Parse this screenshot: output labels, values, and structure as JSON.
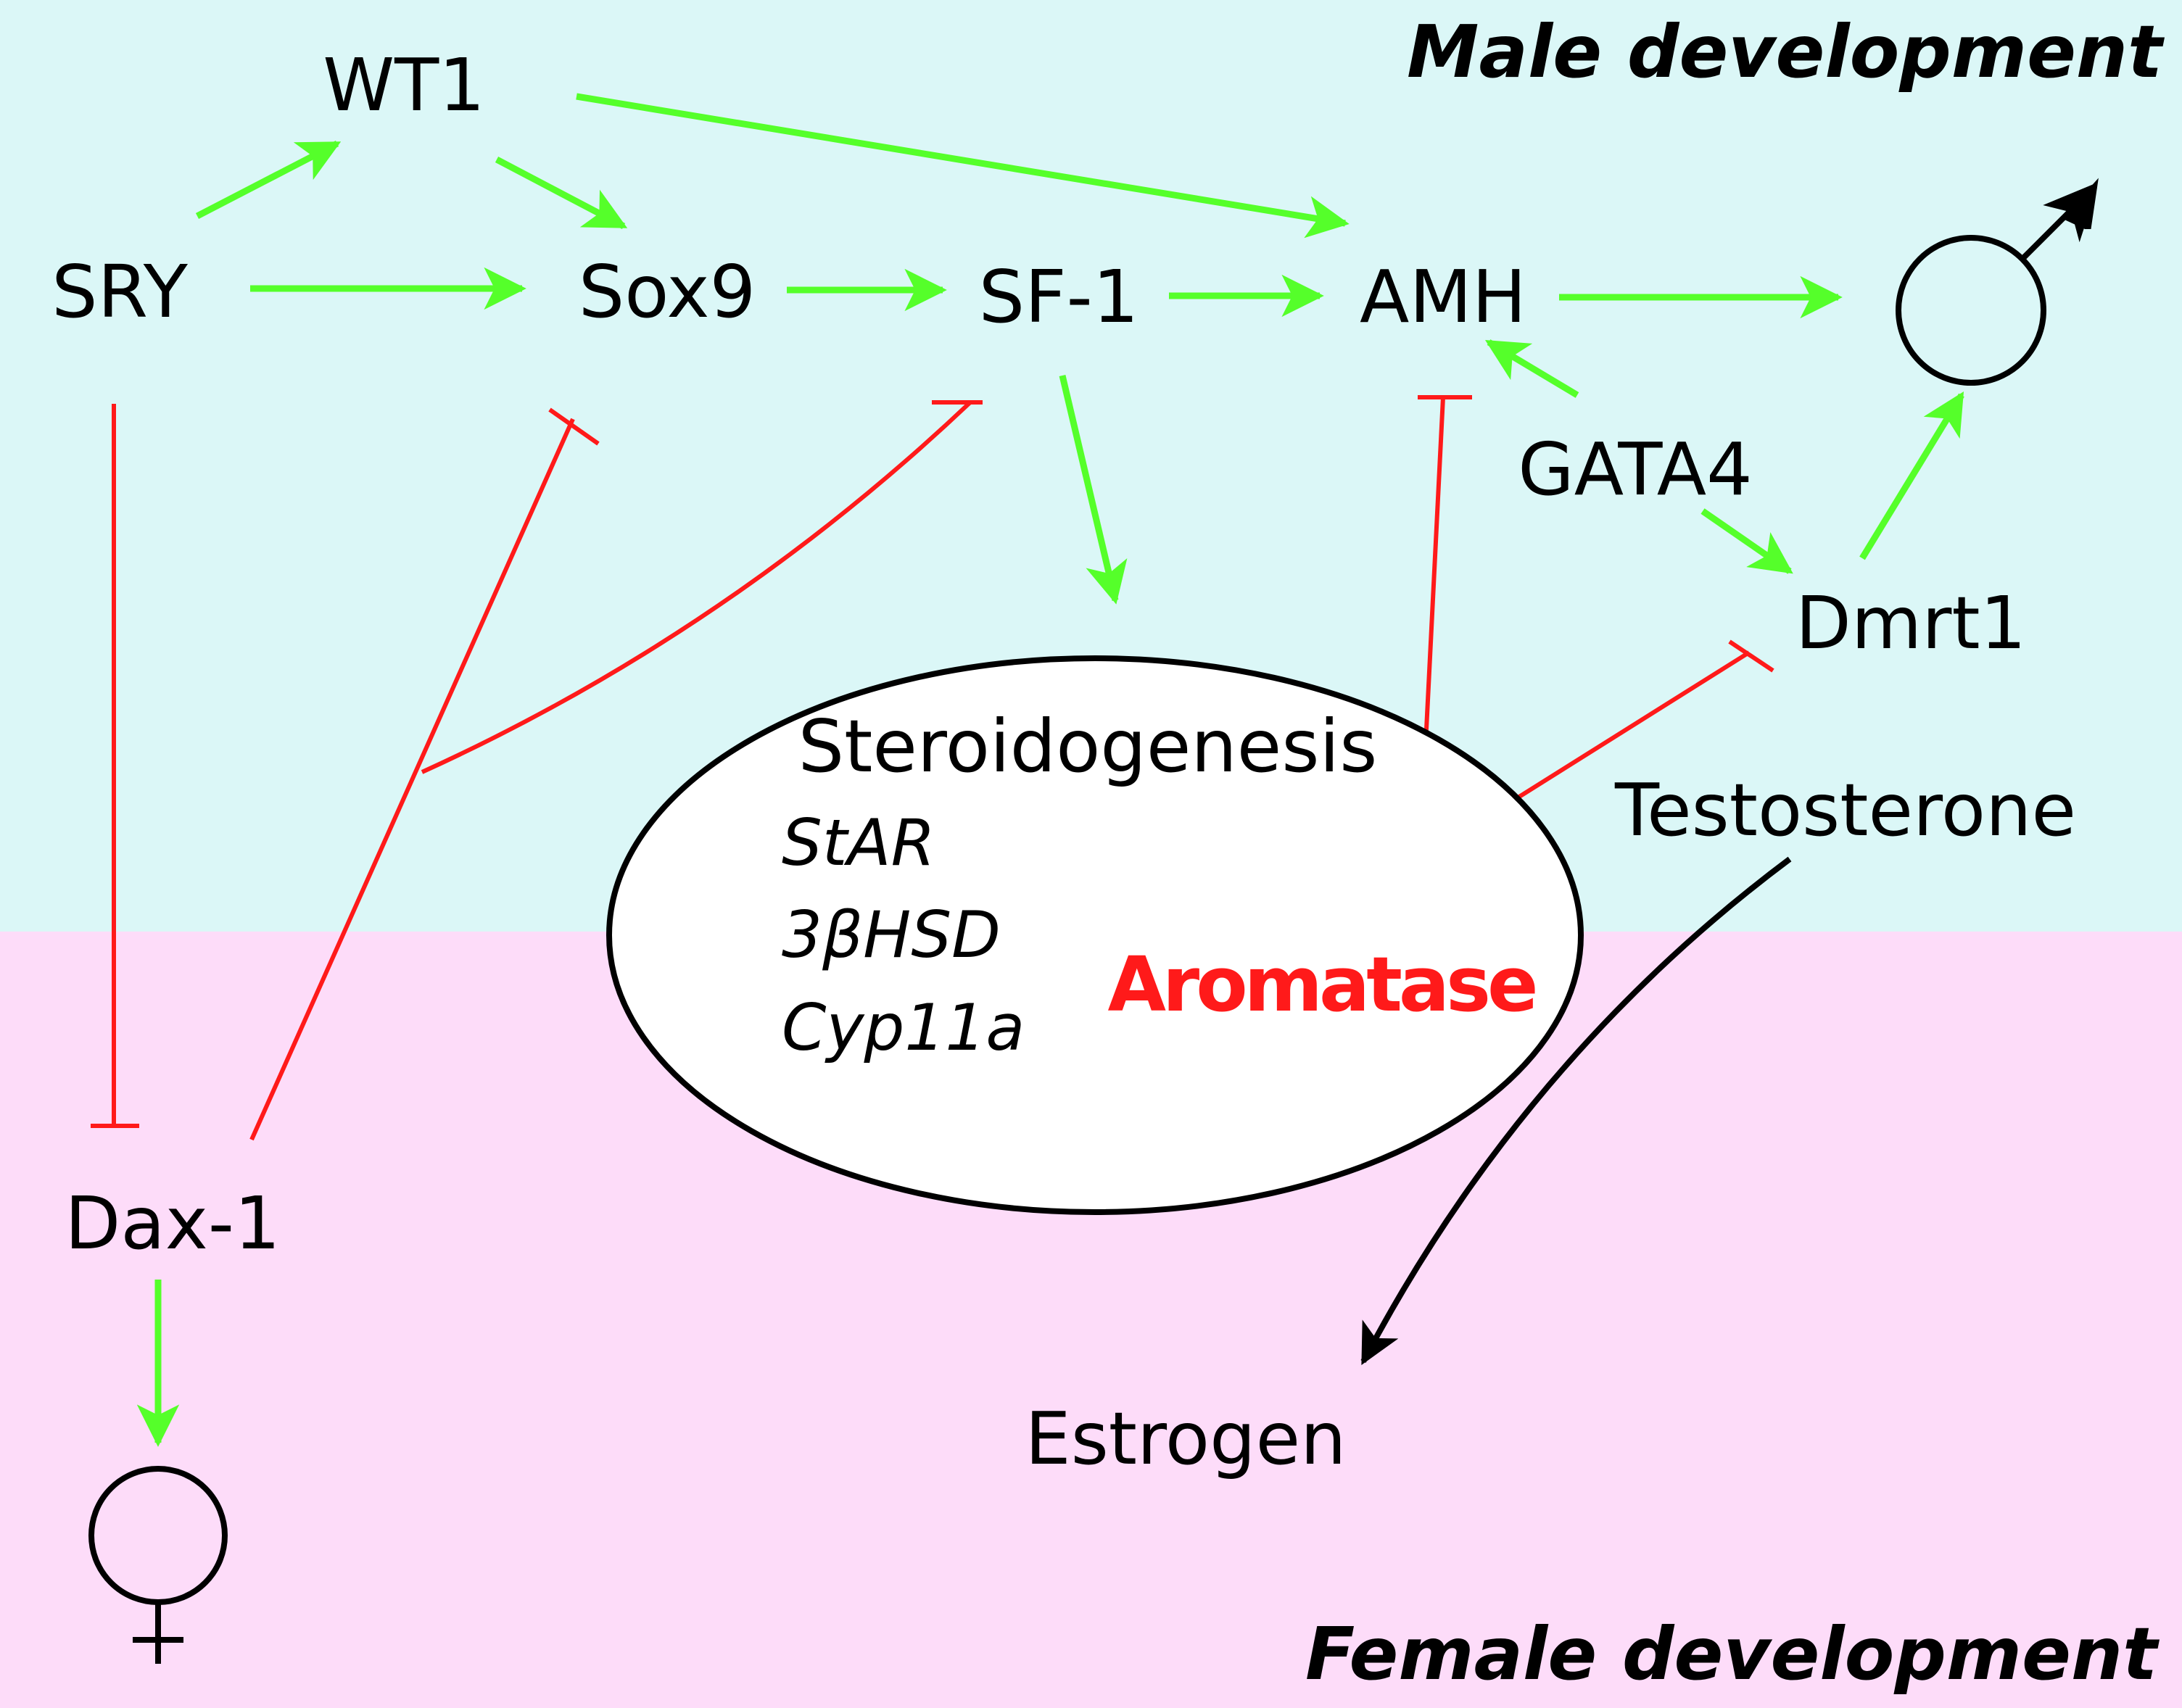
{
  "regions": {
    "male": "Male development",
    "female": "Female development"
  },
  "nodes": {
    "wt1": "WT1",
    "sry": "SRY",
    "sox9": "Sox9",
    "sf1": "SF-1",
    "amh": "AMH",
    "gata4": "GATA4",
    "dmrt1": "Dmrt1",
    "testosterone": "Testosterone",
    "dax1": "Dax-1",
    "estrogen": "Estrogen"
  },
  "steroidogenesis": {
    "title": "Steroidogenesis",
    "genes": [
      "StAR",
      "3βHSD",
      "Cyp11a"
    ],
    "highlight": "Aromatase"
  },
  "symbols": {
    "male": "male-symbol-icon",
    "female": "female-symbol-icon"
  },
  "colors": {
    "male_background": "#dbf7f7",
    "female_background": "#fddcf9",
    "activation": "#55ff2a",
    "inhibition": "#ff1a1a",
    "conversion": "#000000"
  },
  "edges": {
    "activations": [
      [
        "SRY",
        "WT1"
      ],
      [
        "SRY",
        "Sox9"
      ],
      [
        "WT1",
        "Sox9"
      ],
      [
        "WT1",
        "AMH"
      ],
      [
        "Sox9",
        "SF-1"
      ],
      [
        "SF-1",
        "AMH"
      ],
      [
        "SF-1",
        "Steroidogenesis"
      ],
      [
        "AMH",
        "male"
      ],
      [
        "GATA4",
        "AMH"
      ],
      [
        "GATA4",
        "Dmrt1"
      ],
      [
        "Dmrt1",
        "male"
      ],
      [
        "Dax-1",
        "female"
      ]
    ],
    "inhibitions": [
      [
        "SRY",
        "Dax-1"
      ],
      [
        "Dax-1",
        "Sox9"
      ],
      [
        "Dax-1",
        "SF-1"
      ],
      [
        "Aromatase",
        "AMH"
      ],
      [
        "Aromatase",
        "Dmrt1"
      ]
    ],
    "conversions": [
      [
        "Testosterone",
        "Estrogen"
      ]
    ]
  }
}
